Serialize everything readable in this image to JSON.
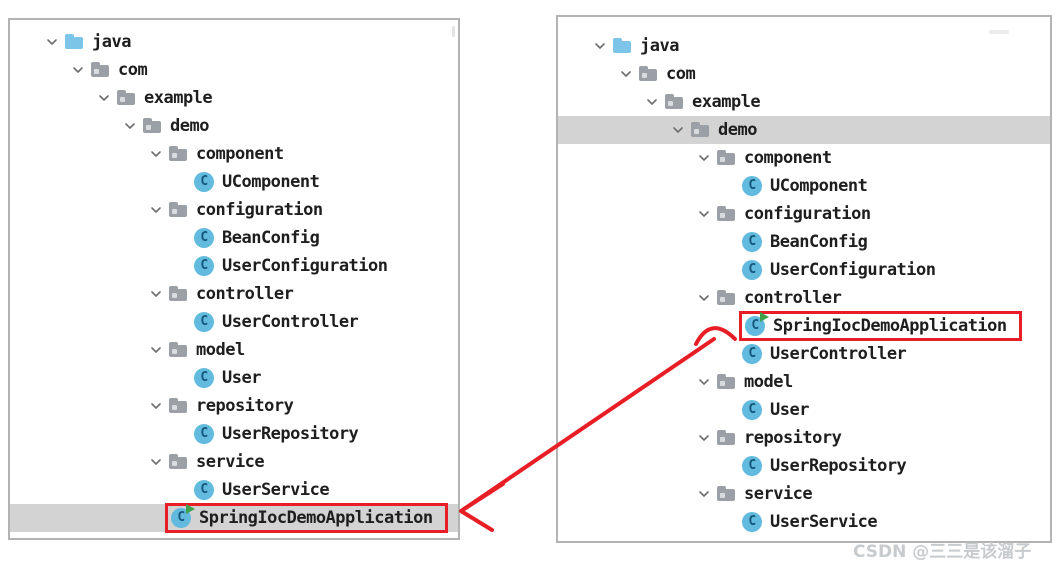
{
  "colors": {
    "highlight_red": "#e71e25",
    "selection_gray": "#d3d3d3",
    "panel_border": "#b3b3b3",
    "source_folder_blue": "#7cc4e8",
    "package_folder_gray": "#9aa0a6",
    "class_circle_blue": "#62badf",
    "class_letter_blue": "#17577c",
    "run_arrow_green": "#3fa14b",
    "text": "#1e1e1e",
    "watermark_gray": "#c7cbce"
  },
  "icons": {
    "class_letter_glyph": "C"
  },
  "left_panel": {
    "rows": [
      {
        "label": "java",
        "level": 0,
        "type": "folder-src"
      },
      {
        "label": "com",
        "level": 1,
        "type": "folder"
      },
      {
        "label": "example",
        "level": 2,
        "type": "folder"
      },
      {
        "label": "demo",
        "level": 3,
        "type": "folder"
      },
      {
        "label": "component",
        "level": 4,
        "type": "folder"
      },
      {
        "label": "UComponent",
        "level": 5,
        "type": "class"
      },
      {
        "label": "configuration",
        "level": 4,
        "type": "folder"
      },
      {
        "label": "BeanConfig",
        "level": 5,
        "type": "class"
      },
      {
        "label": "UserConfiguration",
        "level": 5,
        "type": "class"
      },
      {
        "label": "controller",
        "level": 4,
        "type": "folder"
      },
      {
        "label": "UserController",
        "level": 5,
        "type": "class"
      },
      {
        "label": "model",
        "level": 4,
        "type": "folder"
      },
      {
        "label": "User",
        "level": 5,
        "type": "class"
      },
      {
        "label": "repository",
        "level": 4,
        "type": "folder"
      },
      {
        "label": "UserRepository",
        "level": 5,
        "type": "class"
      },
      {
        "label": "service",
        "level": 4,
        "type": "folder"
      },
      {
        "label": "UserService",
        "level": 5,
        "type": "class"
      },
      {
        "label": "SpringIocDemoApplication",
        "level": 4,
        "type": "class-run",
        "selected": true,
        "boxed": true
      }
    ]
  },
  "right_panel": {
    "rows": [
      {
        "label": "java",
        "level": 0,
        "type": "folder-src"
      },
      {
        "label": "com",
        "level": 1,
        "type": "folder"
      },
      {
        "label": "example",
        "level": 2,
        "type": "folder"
      },
      {
        "label": "demo",
        "level": 3,
        "type": "folder",
        "selected": true
      },
      {
        "label": "component",
        "level": 4,
        "type": "folder"
      },
      {
        "label": "UComponent",
        "level": 5,
        "type": "class"
      },
      {
        "label": "configuration",
        "level": 4,
        "type": "folder"
      },
      {
        "label": "BeanConfig",
        "level": 5,
        "type": "class"
      },
      {
        "label": "UserConfiguration",
        "level": 5,
        "type": "class"
      },
      {
        "label": "controller",
        "level": 4,
        "type": "folder"
      },
      {
        "label": "SpringIocDemoApplication",
        "level": 5,
        "type": "class-run",
        "boxed": true
      },
      {
        "label": "UserController",
        "level": 5,
        "type": "class"
      },
      {
        "label": "model",
        "level": 4,
        "type": "folder"
      },
      {
        "label": "User",
        "level": 5,
        "type": "class"
      },
      {
        "label": "repository",
        "level": 4,
        "type": "folder"
      },
      {
        "label": "UserRepository",
        "level": 5,
        "type": "class"
      },
      {
        "label": "service",
        "level": 4,
        "type": "folder"
      },
      {
        "label": "UserService",
        "level": 5,
        "type": "class"
      }
    ]
  },
  "annotation": {
    "arrow_color": "#e71e25",
    "arrow_from": "SpringIocDemoApplication in right tree (controller package)",
    "arrow_to": "SpringIocDemoApplication in left tree (demo package)"
  },
  "watermark": {
    "text": "CSDN @三三是该溜子"
  }
}
